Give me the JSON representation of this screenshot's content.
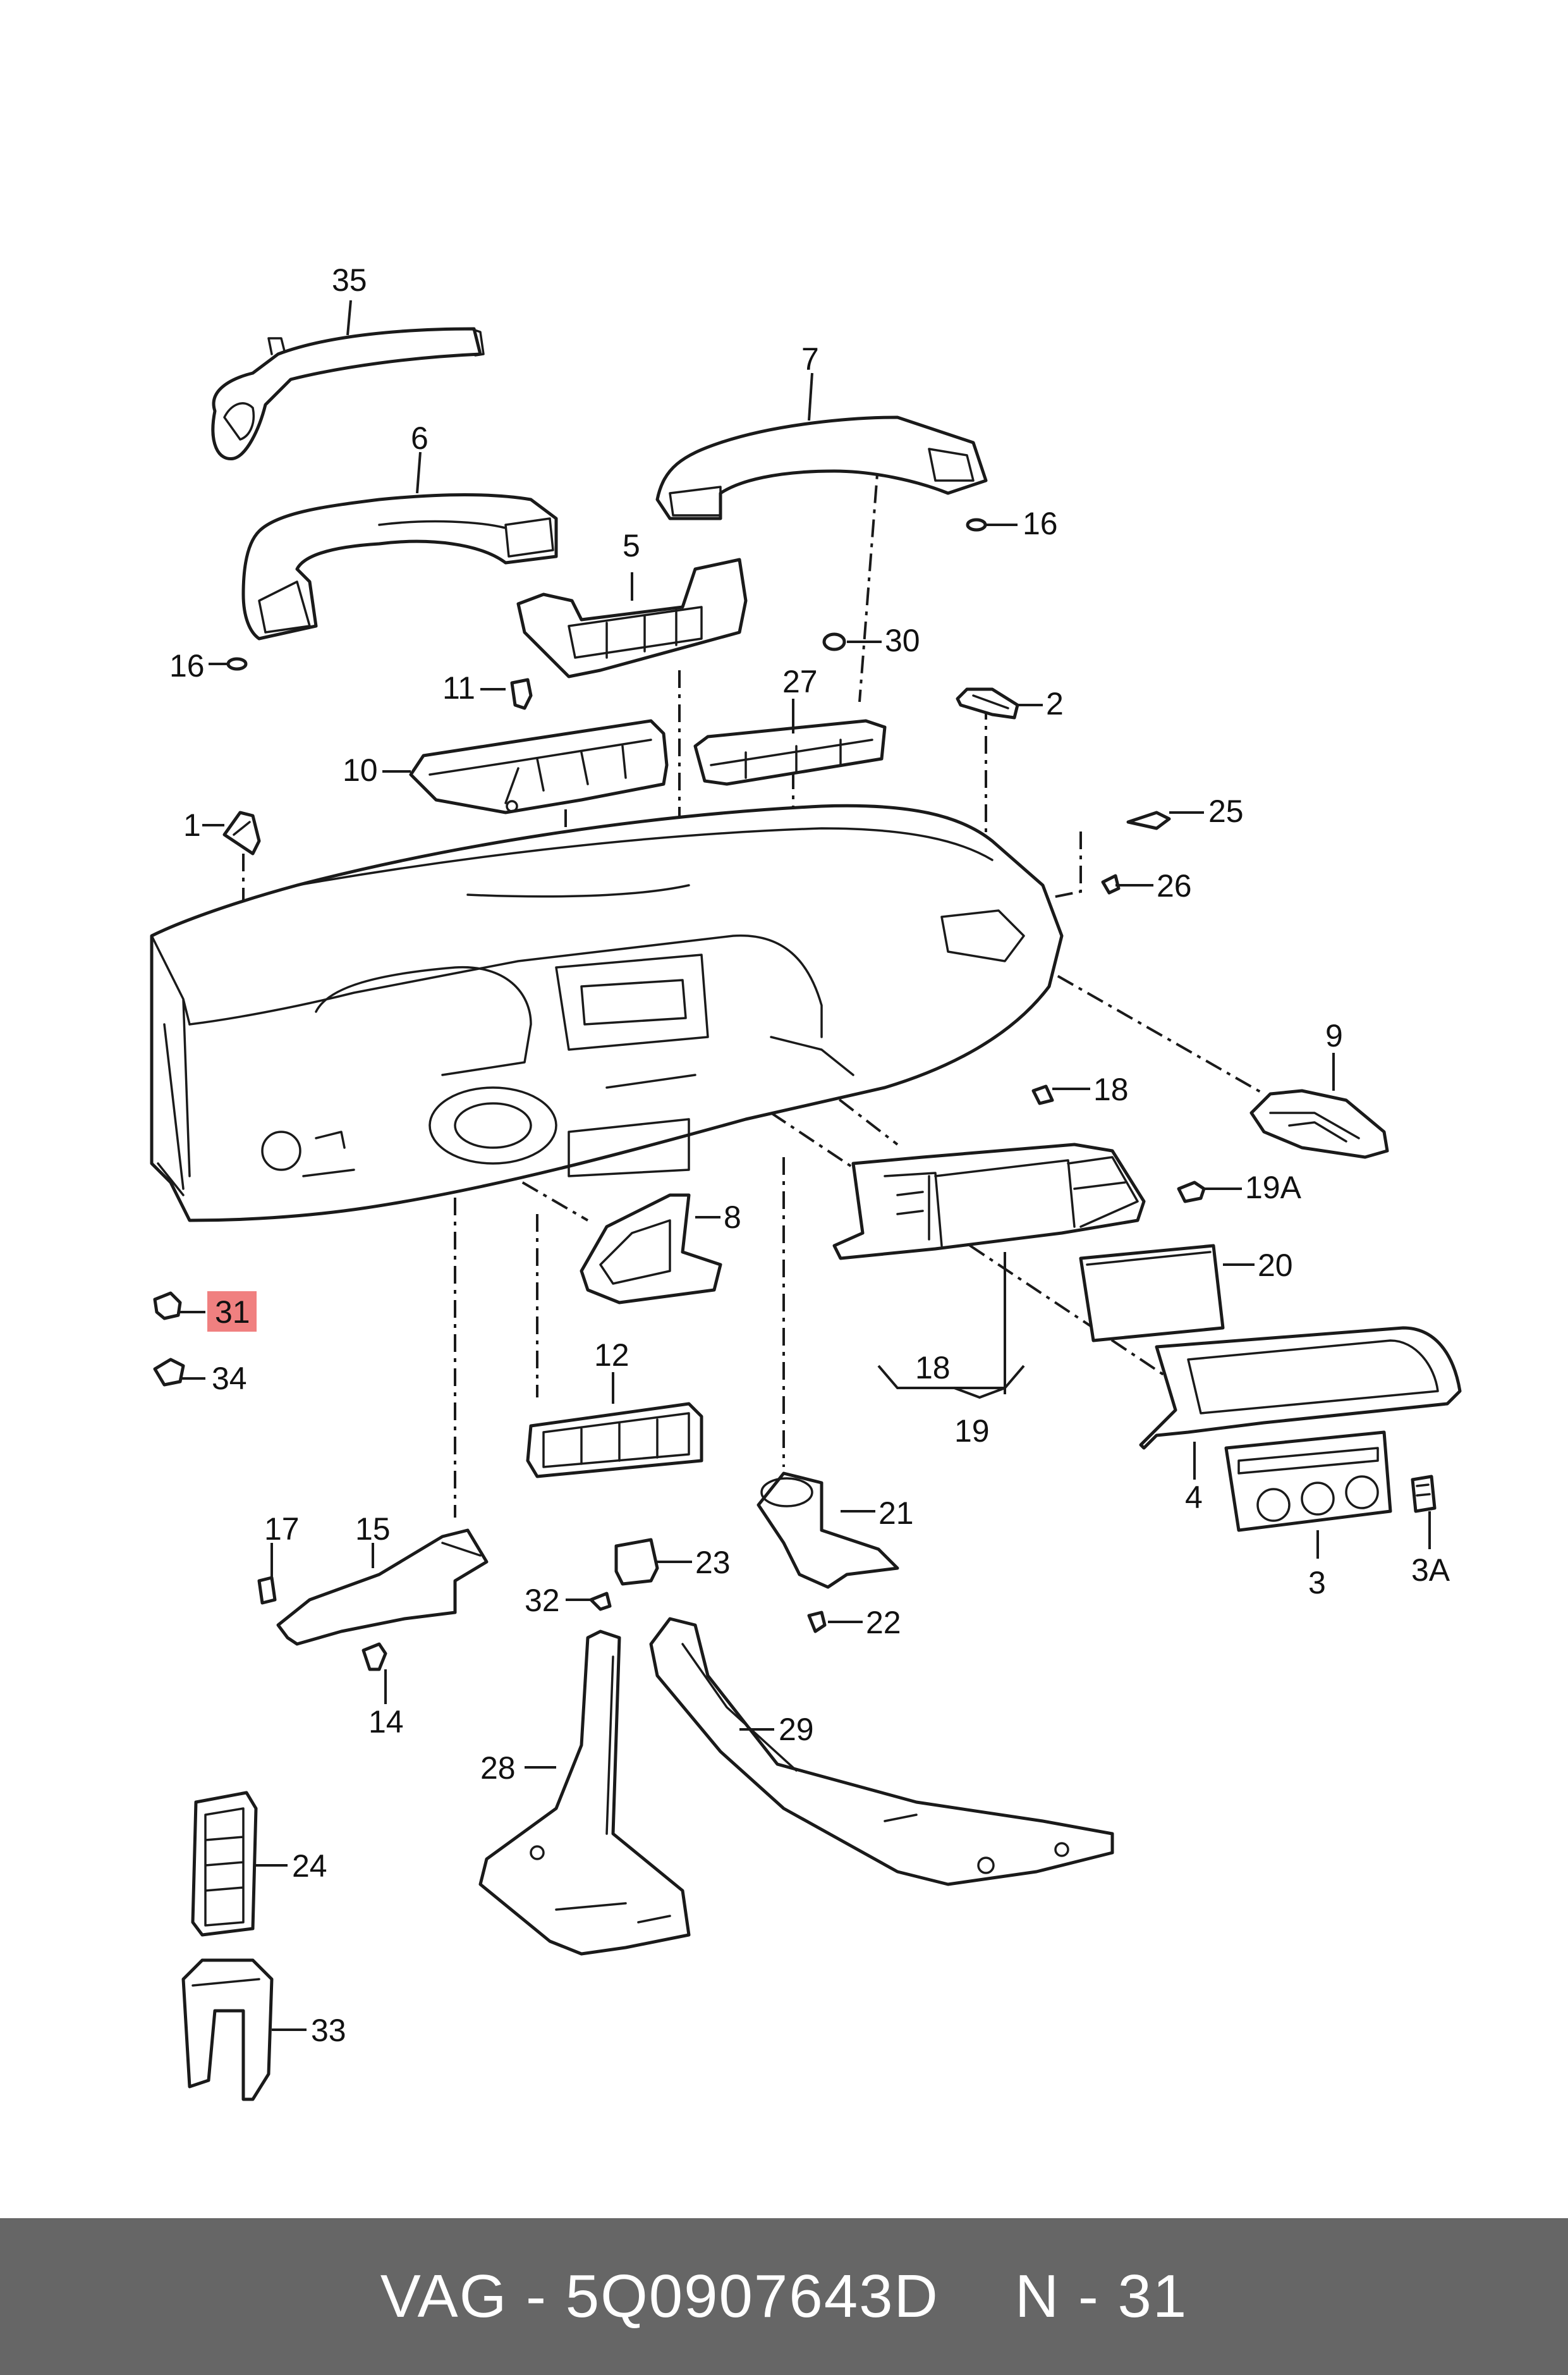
{
  "callouts": {
    "c35": "35",
    "c7": "7",
    "c6": "6",
    "c16a": "16",
    "c16b": "16",
    "c5": "5",
    "c30": "30",
    "c11": "11",
    "c27": "27",
    "c2": "2",
    "c10": "10",
    "c25": "25",
    "c1": "1",
    "c26": "26",
    "c9": "9",
    "c18a": "18",
    "c19A": "19A",
    "c8": "8",
    "c20": "20",
    "c31": "31",
    "c34": "34",
    "c12": "12",
    "c18b": "18",
    "c19": "19",
    "c4": "4",
    "c3": "3",
    "c3A": "3A",
    "c21": "21",
    "c17": "17",
    "c15": "15",
    "c23": "23",
    "c32": "32",
    "c22": "22",
    "c14": "14",
    "c29": "29",
    "c28": "28",
    "c24": "24",
    "c33": "33"
  },
  "highlight_color": "#f08080",
  "footer": {
    "brand": "VAG - 5Q0907643D",
    "ref": "N - 31",
    "background": "#666666"
  }
}
